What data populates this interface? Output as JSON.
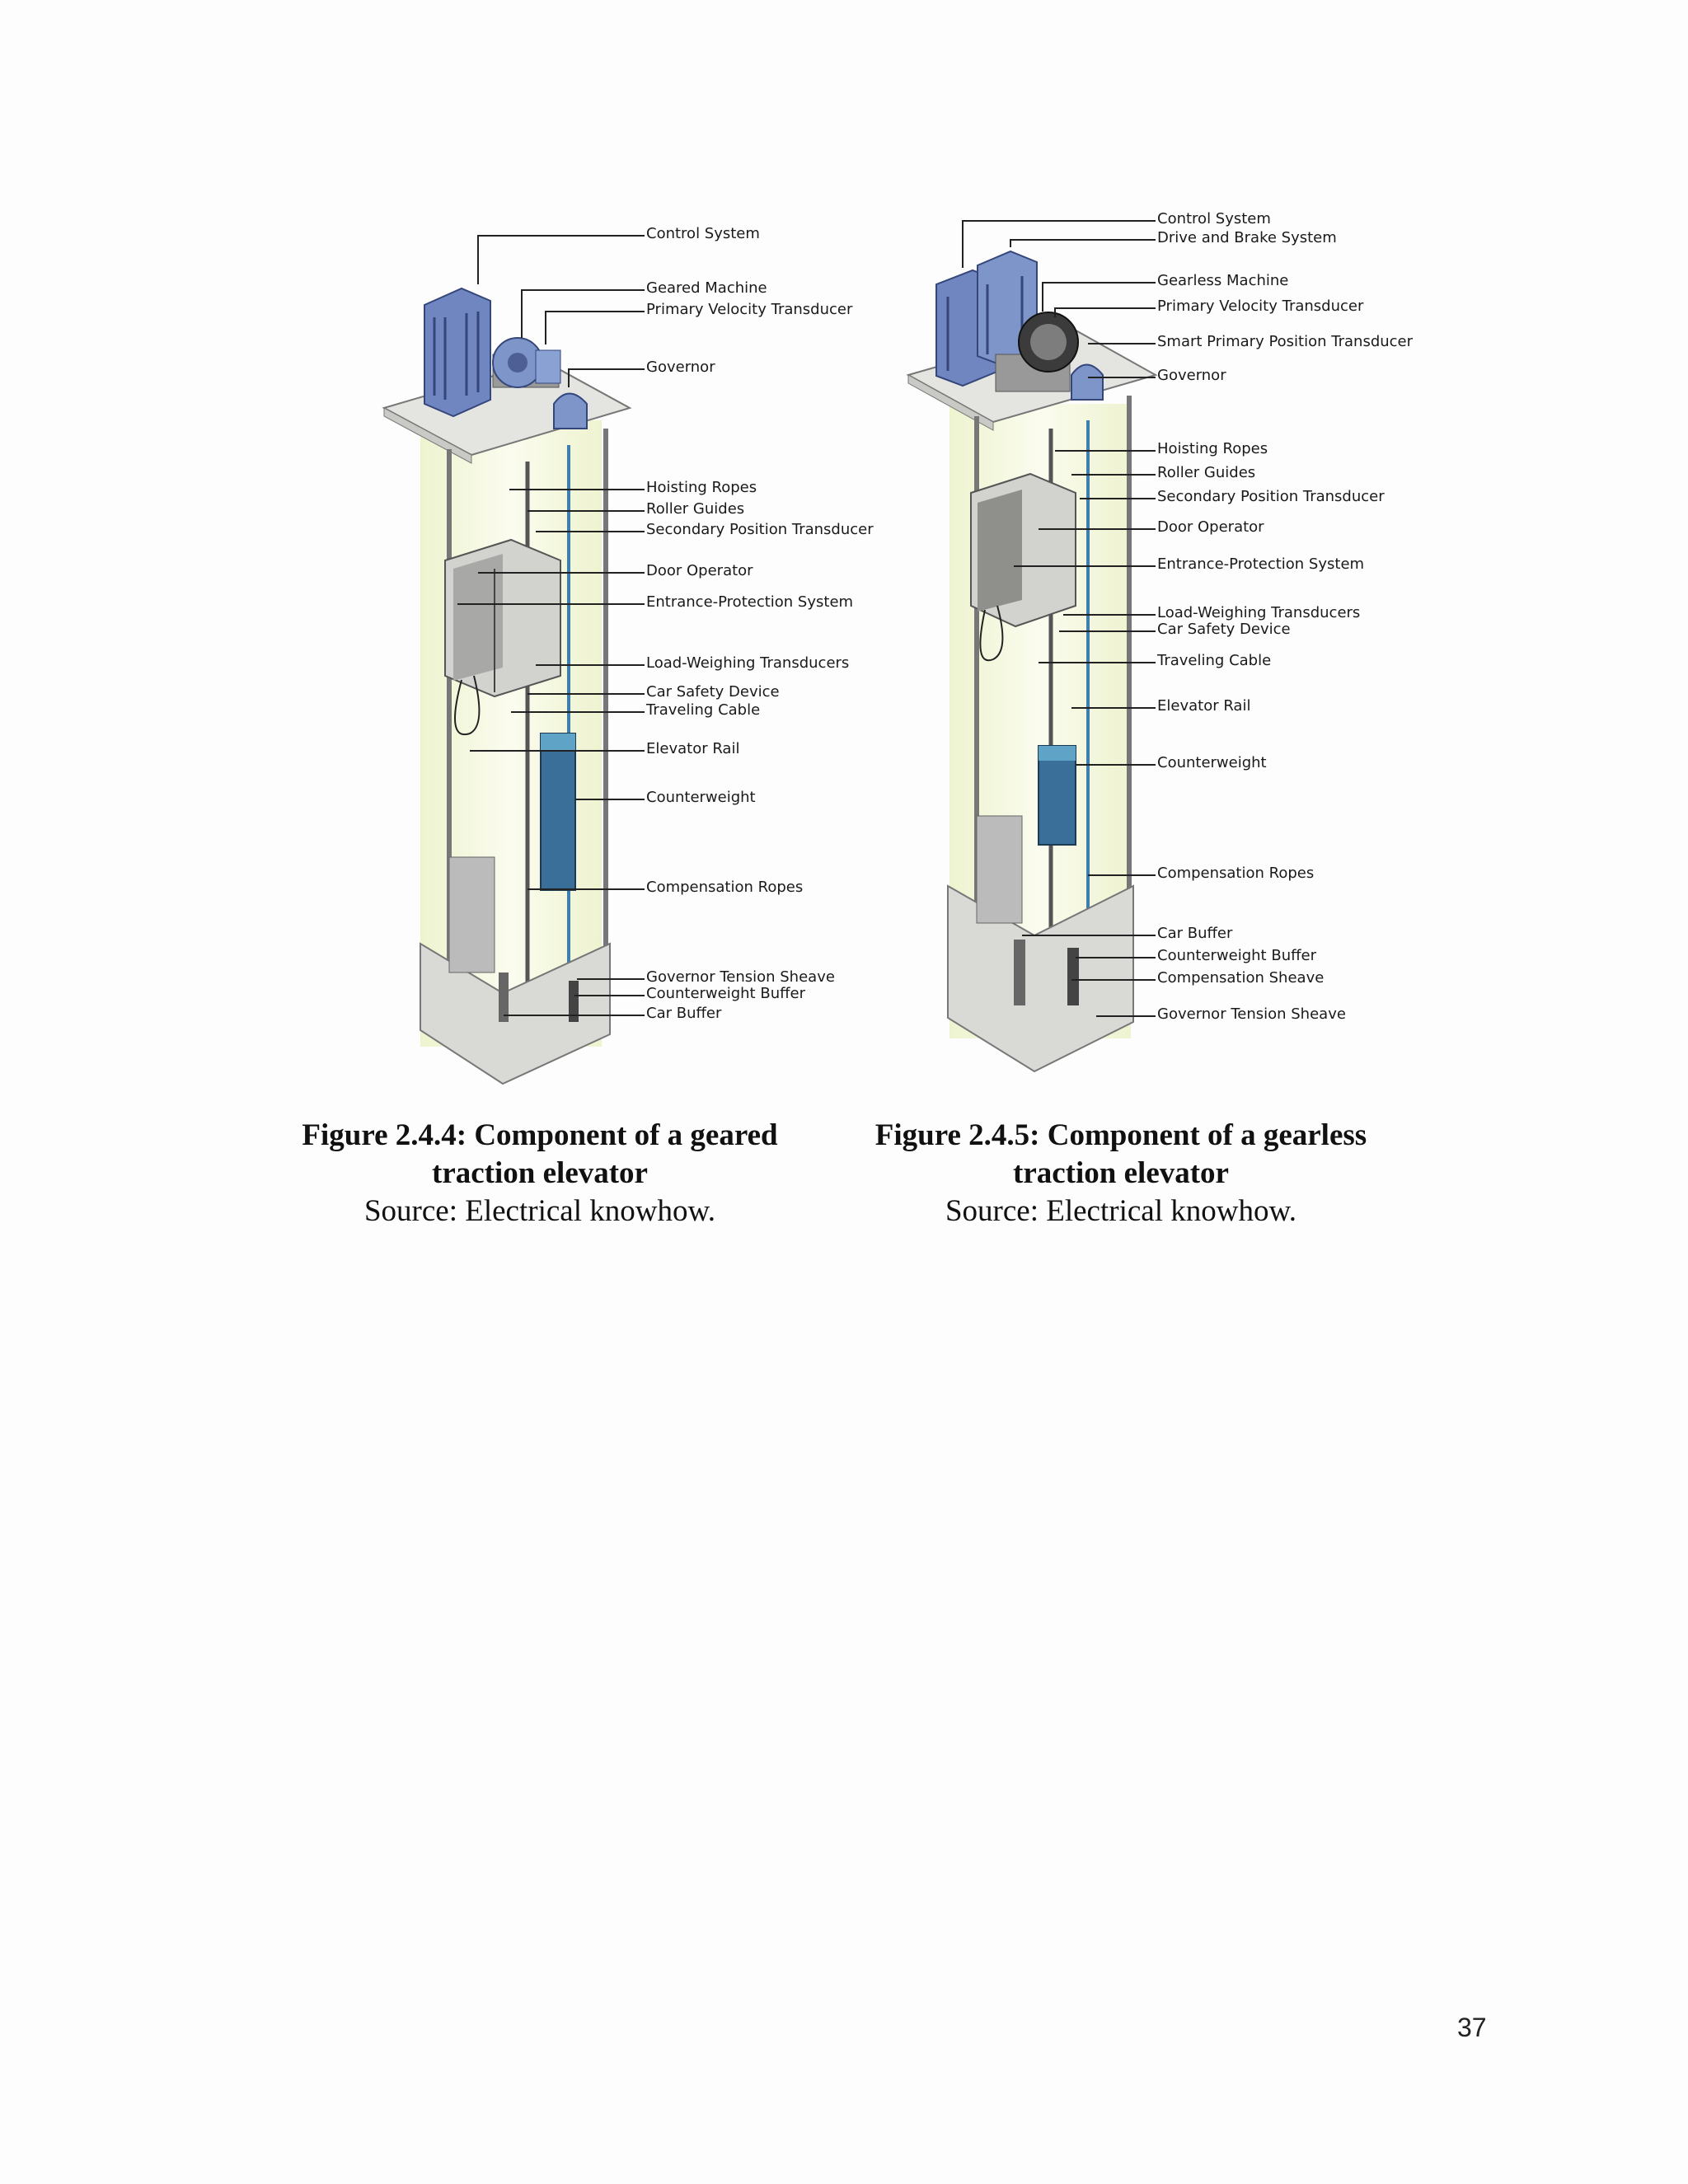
{
  "figures": [
    {
      "labels": [
        "Control System",
        "Geared Machine",
        "Primary Velocity Transducer",
        "Governor",
        "Hoisting Ropes",
        "Roller Guides",
        "Secondary Position Transducer",
        "Door Operator",
        "Entrance-Protection System",
        "Load-Weighing Transducers",
        "Car Safety Device",
        "Traveling Cable",
        "Elevator Rail",
        "Counterweight",
        "Compensation Ropes",
        "Governor Tension Sheave",
        "Counterweight Buffer",
        "Car Buffer"
      ],
      "caption": {
        "title_line1": "Figure 2.4.4: Component of a geared",
        "title_line2": "traction elevator",
        "source": "Source: Electrical knowhow."
      }
    },
    {
      "labels": [
        "Control System",
        "Drive and Brake System",
        "Gearless Machine",
        "Primary Velocity Transducer",
        "Smart Primary Position Transducer",
        "Governor",
        "Hoisting Ropes",
        "Roller Guides",
        "Secondary Position Transducer",
        "Door Operator",
        "Entrance-Protection System",
        "Load-Weighing Transducers",
        "Car Safety Device",
        "Traveling Cable",
        "Elevator Rail",
        "Counterweight",
        "Compensation Ropes",
        "Car Buffer",
        "Counterweight Buffer",
        "Compensation Sheave",
        "Governor Tension Sheave"
      ],
      "caption": {
        "title_line1": "Figure 2.4.5: Component of a gearless",
        "title_line2": "traction elevator",
        "source": "Source: Electrical knowhow."
      }
    }
  ],
  "page_number": "37",
  "colors": {
    "cabinet": "#6f86c0",
    "counterweight": "#3a6f9a",
    "shaft_glow": "#eef3cf",
    "concrete": "#d9d9d5"
  }
}
